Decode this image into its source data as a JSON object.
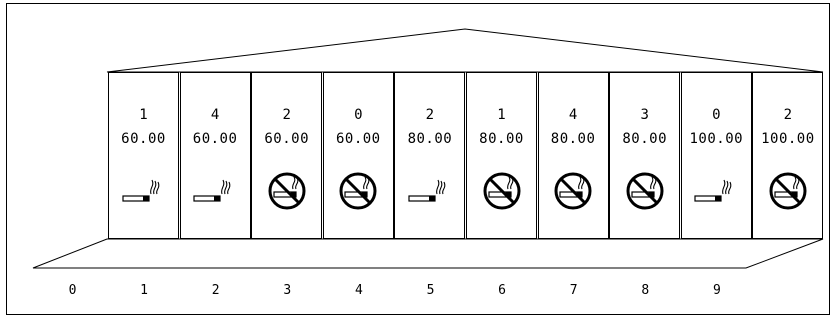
{
  "cells": [
    {
      "count": "1",
      "value": "60.00",
      "smoking": true,
      "icon": "smoking-icon"
    },
    {
      "count": "4",
      "value": "60.00",
      "smoking": true,
      "icon": "smoking-icon"
    },
    {
      "count": "2",
      "value": "60.00",
      "smoking": false,
      "icon": "no-smoking-icon"
    },
    {
      "count": "0",
      "value": "60.00",
      "smoking": false,
      "icon": "no-smoking-icon"
    },
    {
      "count": "2",
      "value": "80.00",
      "smoking": true,
      "icon": "smoking-icon"
    },
    {
      "count": "1",
      "value": "80.00",
      "smoking": false,
      "icon": "no-smoking-icon"
    },
    {
      "count": "4",
      "value": "80.00",
      "smoking": false,
      "icon": "no-smoking-icon"
    },
    {
      "count": "3",
      "value": "80.00",
      "smoking": false,
      "icon": "no-smoking-icon"
    },
    {
      "count": "0",
      "value": "100.00",
      "smoking": true,
      "icon": "smoking-icon"
    },
    {
      "count": "2",
      "value": "100.00",
      "smoking": false,
      "icon": "no-smoking-icon"
    }
  ],
  "indices": [
    "0",
    "1",
    "2",
    "3",
    "4",
    "5",
    "6",
    "7",
    "8",
    "9"
  ]
}
